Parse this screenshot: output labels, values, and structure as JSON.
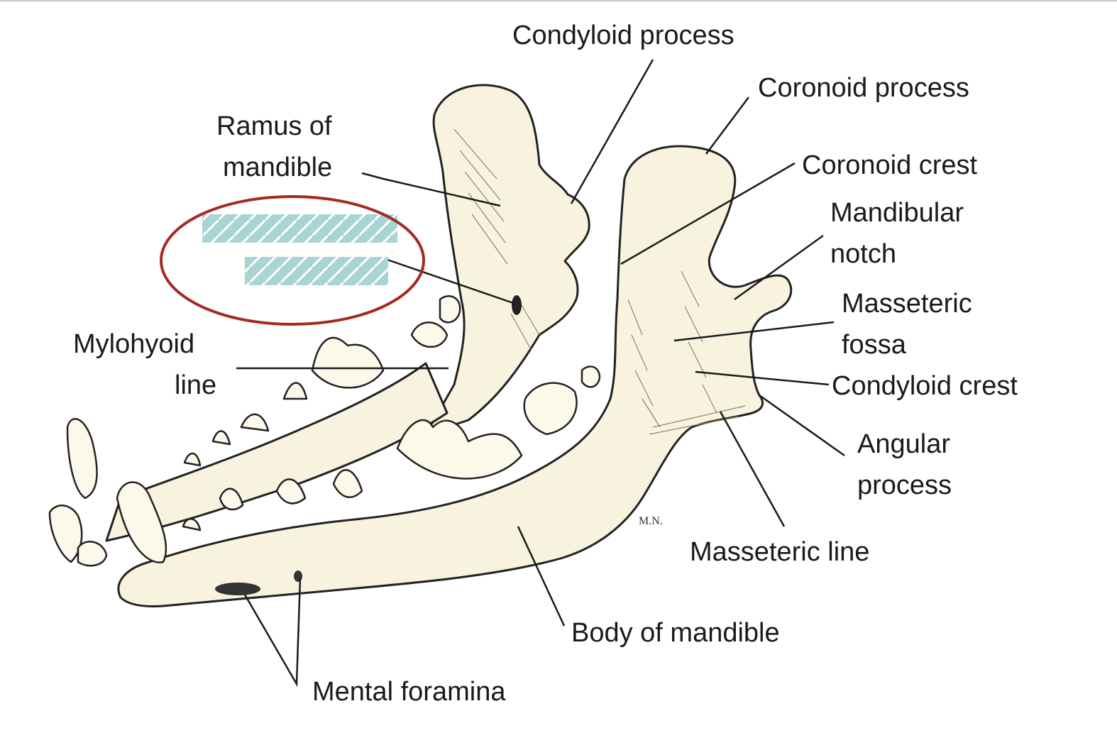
{
  "labels": {
    "condyloid_process": "Condyloid process",
    "coronoid_process": "Coronoid process",
    "ramus_line1": "Ramus of",
    "ramus_line2": "mandible",
    "coronoid_crest": "Coronoid crest",
    "mandibular_notch_line1": "Mandibular",
    "mandibular_notch_line2": "notch",
    "masseteric_fossa_line1": "Masseteric",
    "masseteric_fossa_line2": "fossa",
    "mylohyoid_line1": "Mylohyoid",
    "mylohyoid_line2": "line",
    "condyloid_crest": "Condyloid crest",
    "angular_process_line1": "Angular",
    "angular_process_line2": "process",
    "masseteric_line": "Masseteric line",
    "body_of_mandible": "Body of mandible",
    "mental_foramina": "Mental foramina"
  },
  "signature": "M.N.",
  "colors": {
    "bone": "#f8f3de",
    "redaction": "#a8d4d4",
    "highlight_circle": "#a52a22"
  }
}
